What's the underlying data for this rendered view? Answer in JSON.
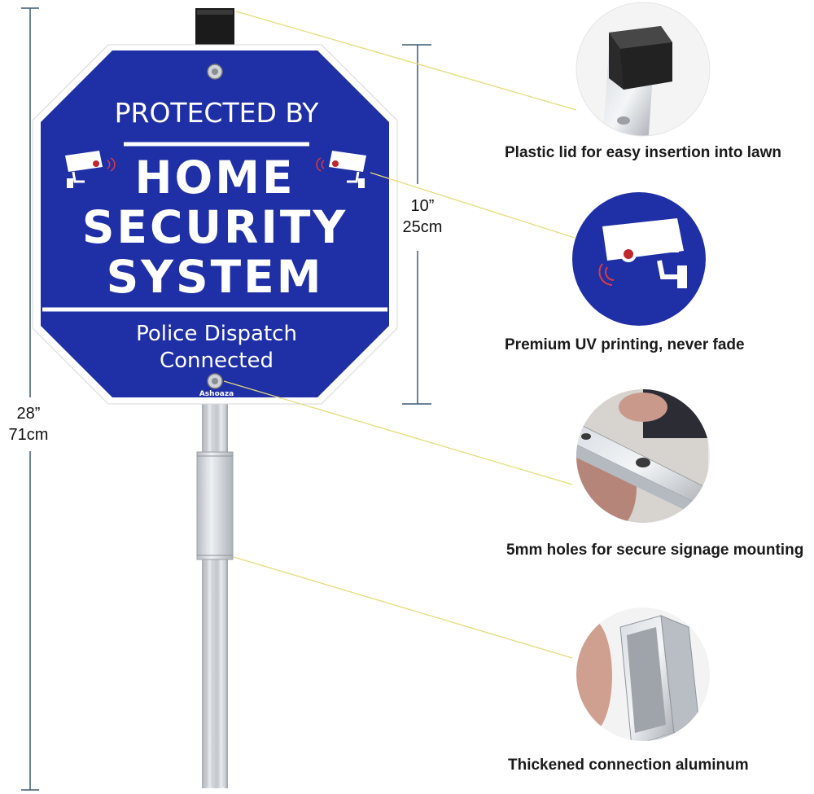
{
  "sign": {
    "top_line": "PROTECTED BY",
    "main_line_1": "HOME",
    "main_line_2": "SECURITY",
    "main_line_3": "SYSTEM",
    "bottom_line_1": "Police Dispatch",
    "bottom_line_2": "Connected",
    "brand": "Ashoaza",
    "colors": {
      "panel": "#1f2fa6",
      "text": "#ffffff",
      "border": "#ffffff"
    }
  },
  "dimensions": {
    "sign_height": {
      "inch": "10”",
      "cm": "25cm"
    },
    "total_height": {
      "inch": "28”",
      "cm": "71cm"
    }
  },
  "features": [
    {
      "caption": "Plastic lid for easy insertion into lawn",
      "icon": "plastic-lid-icon"
    },
    {
      "caption": "Premium UV printing, never fade",
      "icon": "security-camera-icon"
    },
    {
      "caption": "5mm holes for secure signage mounting",
      "icon": "mounting-hole-icon"
    },
    {
      "caption": "Thickened connection aluminum",
      "icon": "aluminum-channel-icon"
    }
  ]
}
